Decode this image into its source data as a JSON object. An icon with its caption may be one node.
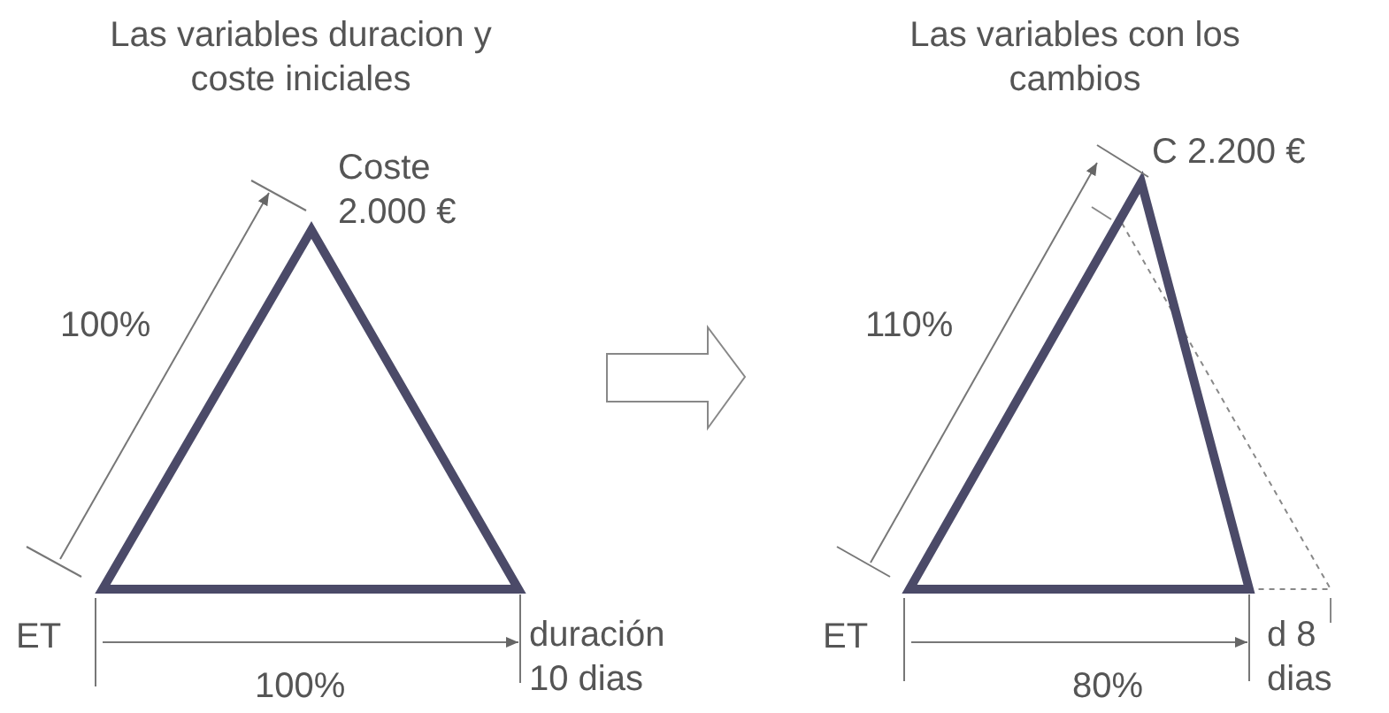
{
  "diagram": {
    "labels": [
      "Las variables duracion y coste iniciales",
      "Las variables con los cambios",
      "Coste 2.000 €",
      "C 2.200 €",
      "100%",
      "110%",
      "ET",
      "duración 10 dias",
      "ET",
      "d 8 dias",
      "100%",
      "80%"
    ]
  }
}
